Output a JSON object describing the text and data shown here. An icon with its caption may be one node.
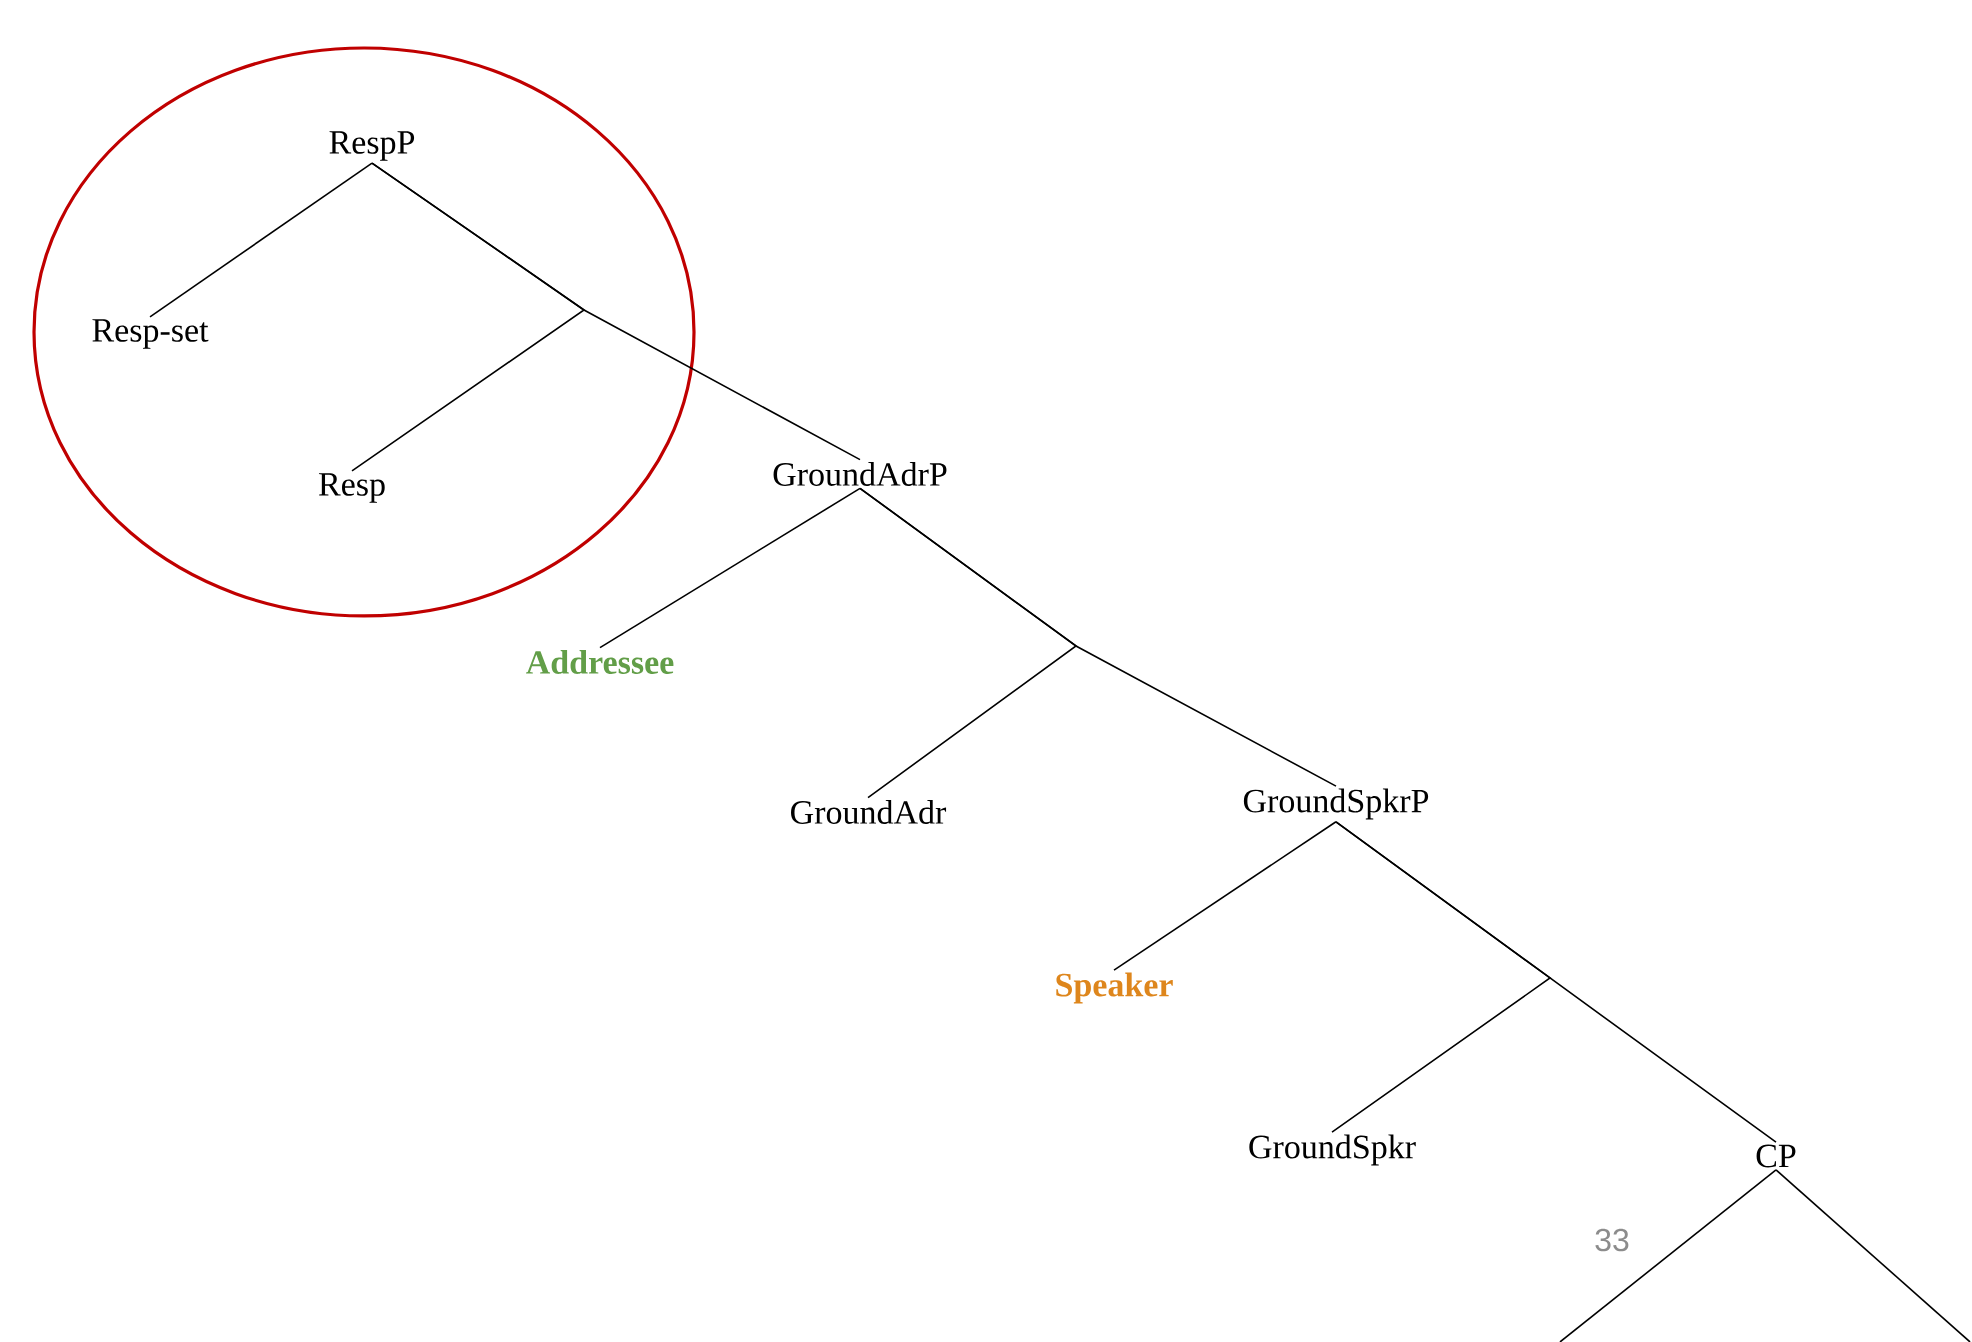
{
  "diagram": {
    "nodes": [
      {
        "text": [
          "RespP"
        ]
      },
      {
        "text": [
          "Resp-set"
        ]
      },
      {
        "text": [
          "Resp"
        ]
      },
      {
        "text": [
          "GroundAdrP"
        ]
      },
      {
        "text": [
          "Addressee"
        ]
      },
      {
        "text": [
          "GroundAdr"
        ]
      },
      {
        "text": [
          "GroundSpkrP"
        ]
      },
      {
        "text": [
          "Speaker"
        ]
      },
      {
        "text": [
          "GroundSpkr"
        ]
      },
      {
        "text": [
          "CP"
        ]
      }
    ],
    "edges": [
      {
        "from": 0,
        "to": 1,
        "arrow": "none"
      },
      {
        "from": 0,
        "to": 2,
        "arrow": "none"
      },
      {
        "from": 0,
        "to": 3,
        "arrow": "none"
      },
      {
        "from": 3,
        "to": 4,
        "arrow": "none"
      },
      {
        "from": 3,
        "to": 5,
        "arrow": "none"
      },
      {
        "from": 3,
        "to": 6,
        "arrow": "none"
      },
      {
        "from": 6,
        "to": 7,
        "arrow": "none"
      },
      {
        "from": 6,
        "to": 8,
        "arrow": "none"
      },
      {
        "from": 6,
        "to": 9,
        "arrow": "none"
      },
      {
        "from": 9,
        "to": null,
        "arrow": "none"
      },
      {
        "from": 9,
        "to": null,
        "arrow": "none"
      }
    ],
    "labels": [
      "33"
    ]
  }
}
